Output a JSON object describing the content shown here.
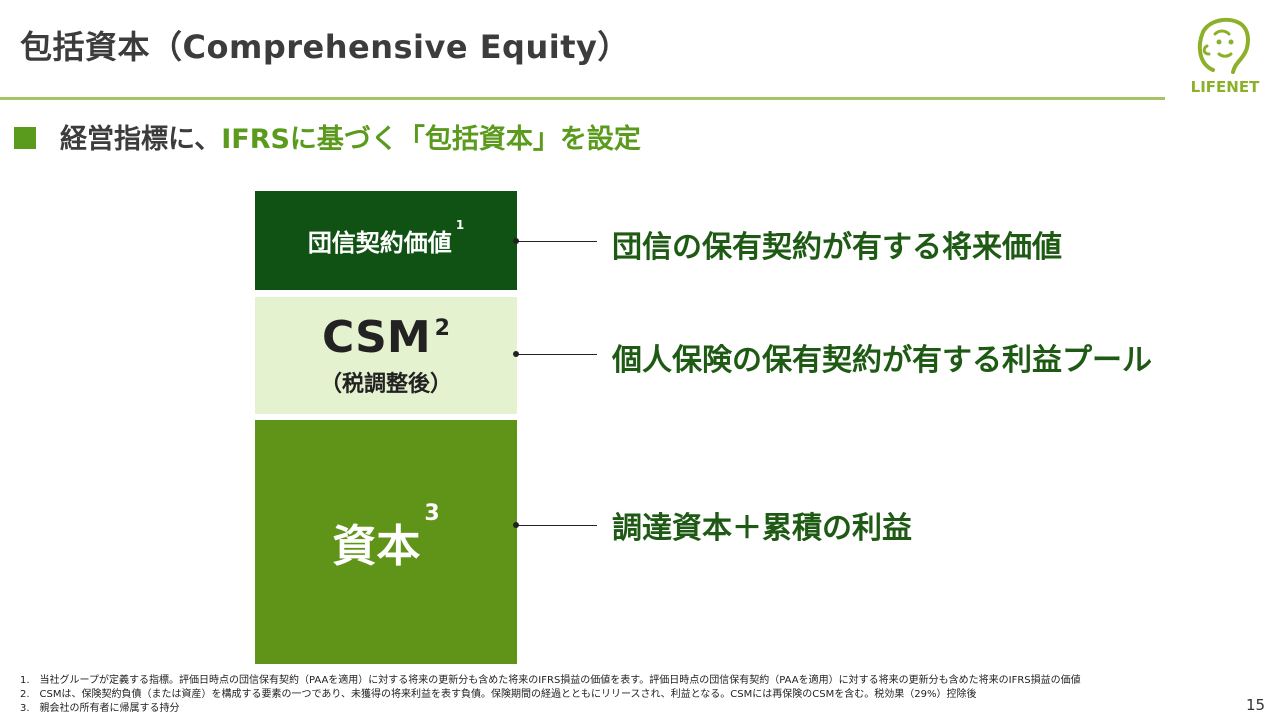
{
  "title": "包括資本（Comprehensive Equity）",
  "logo": {
    "text": "LIFENET",
    "icon": "lifenet-face-logo"
  },
  "subtitle": {
    "prefix": "経営指標に、",
    "highlight": "IFRSに基づく「包括資本」を設定"
  },
  "blocks": [
    {
      "label": "団信契約価値",
      "sup": "1",
      "description": "団信の保有契約が有する将来価値"
    },
    {
      "label": "CSM",
      "sub": "（税調整後）",
      "sup": "2",
      "description": "個人保険の保有契約が有する利益プール"
    },
    {
      "label": "資本",
      "sup": "3",
      "description": "調達資本＋累積の利益"
    }
  ],
  "footnotes": [
    "1.　当社グループが定義する指標。評価日時点の団信保有契約（PAAを適用）に対する将来の更新分も含めた将来のIFRS損益の価値を表す。評価日時点の団信保有契約（PAAを適用）に対する将来の更新分も含めた将来のIFRS損益の価値",
    "2.　CSMは、保険契約負債（または資産）を構成する要素の一つであり、未獲得の将来利益を表す負債。保険期間の経過とともにリリースされ、利益となる。CSMには再保険のCSMを含む。税効果（29%）控除後",
    "3.　親会社の所有者に帰属する持分"
  ],
  "page_number": "15",
  "colors": {
    "dark_green": "#0f5214",
    "light_green": "#e4f2cf",
    "mid_green": "#5f9418",
    "accent": "#5a9a1c",
    "rule": "#a6c368"
  }
}
